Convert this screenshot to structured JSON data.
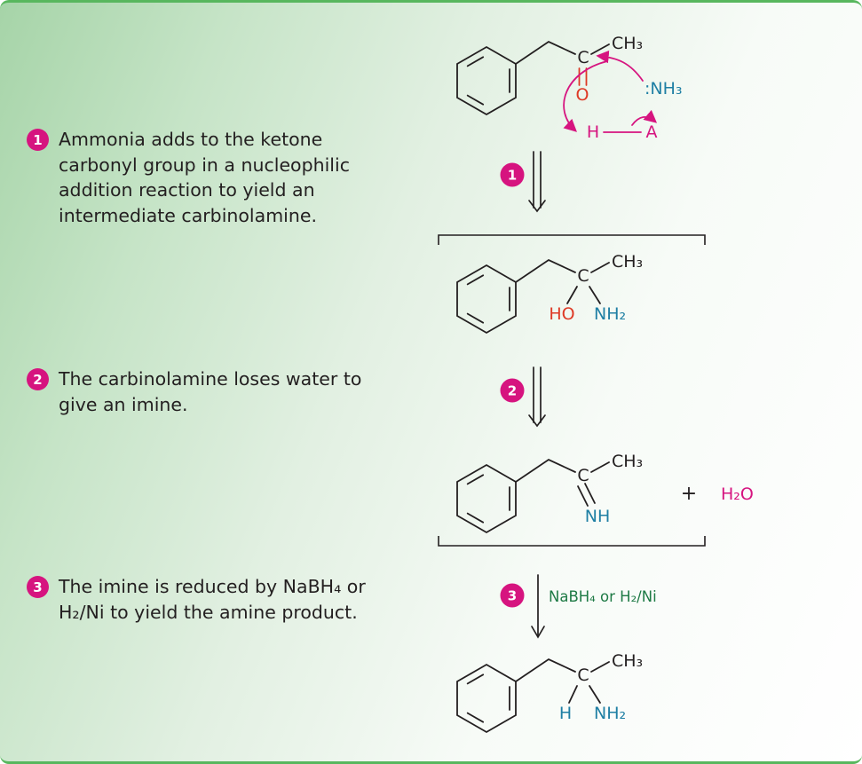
{
  "figure": {
    "steps": [
      {
        "badge": "1",
        "text": "Ammonia adds to the ketone carbonyl group in a nucleophilic addition reaction to yield an intermediate carbinolamine."
      },
      {
        "badge": "2",
        "text": "The carbinolamine loses water to give an imine."
      },
      {
        "badge": "3",
        "text": "The imine is reduced by NaBH₄ or H₂/Ni to yield the amine product."
      }
    ]
  },
  "scheme": {
    "ketone": {
      "methyl": "CH₃",
      "carbon": "C",
      "oxygen": "O",
      "ammonia": ":NH₃",
      "acid_h": "H",
      "acid_a": "A"
    },
    "carbinolamine": {
      "methyl": "CH₃",
      "carbon": "C",
      "hydroxyl": "HO",
      "amino": "NH₂"
    },
    "imine": {
      "methyl": "CH₃",
      "carbon": "C",
      "imino": "NH",
      "plus": "+",
      "water": "H₂O"
    },
    "amine": {
      "methyl": "CH₃",
      "carbon": "C",
      "hydrogen": "H",
      "amino": "NH₂"
    },
    "arrow3_reagent": "NaBH₄ or H₂/Ni"
  },
  "colors": {
    "magenta": "#d6147f",
    "red": "#de3a26",
    "teal": "#1f7fa4",
    "green": "#1e7a45",
    "ink": "#231f20",
    "panel_border": "#58b75e"
  }
}
